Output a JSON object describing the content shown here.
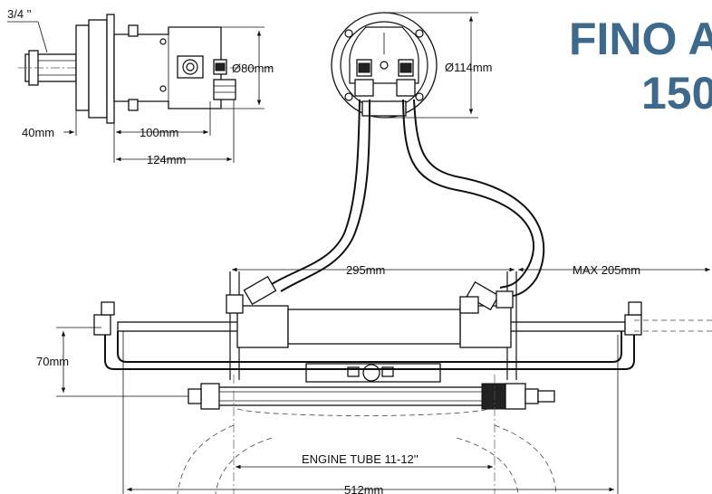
{
  "title": {
    "line1": "FINO A /",
    "line2": "150"
  },
  "side_view": {
    "thread": "3/4 ''",
    "dim_40": "40mm",
    "dim_100": "100mm",
    "dim_124": "124mm",
    "dim_dia80": "Ø80mm"
  },
  "front_view": {
    "dim_dia114": "Ø114mm"
  },
  "cylinder_view": {
    "dim_295": "295mm",
    "dim_max205": "MAX 205mm",
    "dim_70": "70mm",
    "engine_tube": "ENGINE TUBE 11-12''",
    "dim_512": "512mm"
  }
}
